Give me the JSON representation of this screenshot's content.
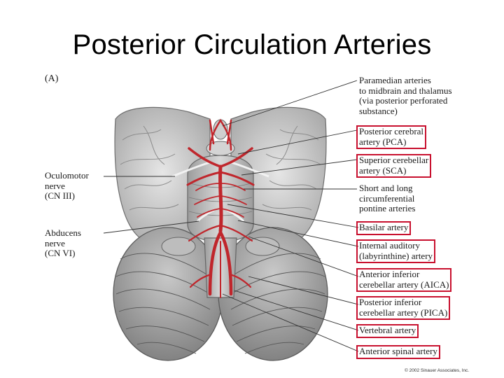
{
  "title": "Posterior Circulation Arteries",
  "panel_letter": "(A)",
  "left_labels": {
    "oculomotor": "Oculomotor\nnerve\n(CN III)",
    "abducens": "Abducens\nnerve\n(CN VI)"
  },
  "right_labels": [
    {
      "text": "Paramedian arteries\nto midbrain and thalamus\n(via posterior perforated\nsubstance)",
      "boxed": false
    },
    {
      "text": "Posterior cerebral\nartery (PCA)",
      "boxed": true
    },
    {
      "text": "Superior cerebellar\nartery (SCA)",
      "boxed": true
    },
    {
      "text": "Short and long\ncircumferential\npontine arteries",
      "boxed": false
    },
    {
      "text": "Basilar artery",
      "boxed": true
    },
    {
      "text": "Internal auditory\n(labyrinthine) artery",
      "boxed": true
    },
    {
      "text": "Anterior inferior\ncerebellar artery (AICA)",
      "boxed": true
    },
    {
      "text": "Posterior inferior\ncerebellar artery (PICA)",
      "boxed": true
    },
    {
      "text": "Vertebral artery",
      "boxed": true
    },
    {
      "text": "Anterior spinal artery",
      "boxed": true
    }
  ],
  "credit": "© 2002 Sinauer Associates, Inc.",
  "colors": {
    "artery": "#c0262c",
    "highlight_box": "#c8102e",
    "brain": "#9a9a9a"
  }
}
